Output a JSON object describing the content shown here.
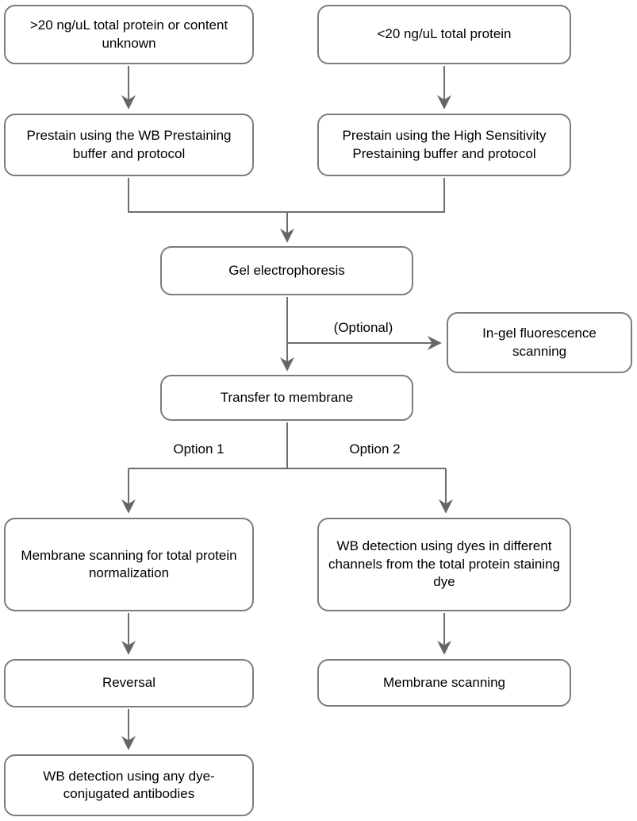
{
  "diagram": {
    "type": "flowchart",
    "nodes": {
      "gt20": ">20 ng/uL total protein or content unknown",
      "lt20": "<20 ng/uL total protein",
      "prestain_wb": "Prestain using the WB Prestaining buffer and protocol",
      "prestain_hs": "Prestain using the High Sensitivity Prestaining buffer and protocol",
      "gel": "Gel electrophoresis",
      "ingel": "In-gel fluorescence scanning",
      "transfer": "Transfer to membrane",
      "membrane_total": "Membrane scanning for total protein normalization",
      "wb_dyes": "WB detection using dyes in different channels from the total protein staining dye",
      "reversal": "Reversal",
      "membrane_scanning": "Membrane scanning",
      "wb_any": "WB detection using any dye-conjugated antibodies"
    },
    "edge_labels": {
      "optional": "(Optional)",
      "option1": "Option 1",
      "option2": "Option 2"
    },
    "colors": {
      "box_border": "#7c7c7c",
      "arrow": "#666666",
      "text": "#000000",
      "background": "#ffffff"
    },
    "flow": [
      "gt20 -> prestain_wb",
      "lt20 -> prestain_hs",
      "prestain_wb + prestain_hs -> gel",
      "gel -> transfer",
      "gel -> ingel (Optional)",
      "transfer -> membrane_total (Option 1)",
      "transfer -> wb_dyes (Option 2)",
      "membrane_total -> reversal",
      "reversal -> wb_any",
      "wb_dyes -> membrane_scanning"
    ]
  }
}
